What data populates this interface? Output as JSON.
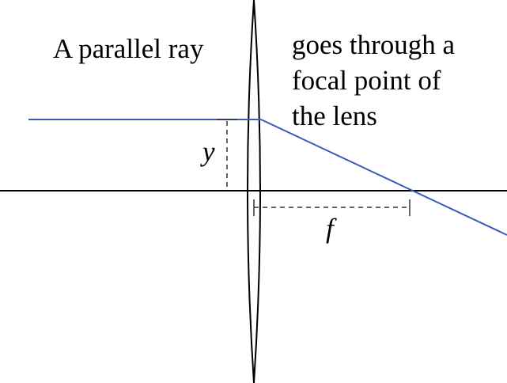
{
  "labels": {
    "left_text": "A parallel ray",
    "right_text_lines": [
      "goes through a",
      "focal point of",
      "the lens"
    ],
    "height_symbol": "y",
    "focal_symbol": "f"
  },
  "colors": {
    "ray": "#3a5ab8",
    "line": "#000000",
    "dashed": "#333333",
    "background": "#ffffff"
  }
}
